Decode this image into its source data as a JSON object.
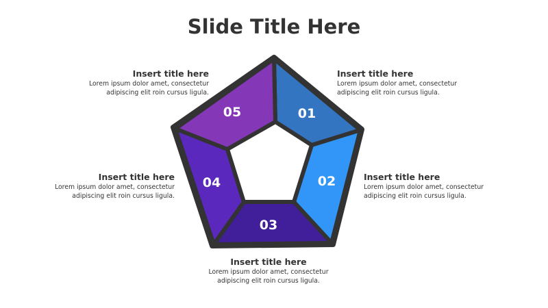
{
  "slide": {
    "title": "Slide Title Here"
  },
  "segments": [
    {
      "number": "01",
      "color": "#3375C0",
      "title": "Insert title here",
      "text_line1": "Lorem ipsum dolor amet, consectetur",
      "text_line2": "adipiscing elit roin cursus ligula."
    },
    {
      "number": "02",
      "color": "#3296F8",
      "title": "Insert title here",
      "text_line1": "Lorem ipsum dolor amet, consectetur",
      "text_line2": "adipiscing elit roin cursus ligula."
    },
    {
      "number": "03",
      "color": "#411E9A",
      "title": "Insert title here",
      "text_line1": "Lorem ipsum dolor amet, consectetur",
      "text_line2": "adipiscing elit roin cursus ligula."
    },
    {
      "number": "04",
      "color": "#5B28BE",
      "title": "Insert title here",
      "text_line1": "Lorem ipsum dolor amet, consectetur",
      "text_line2": "adipiscing elit roin cursus ligula."
    },
    {
      "number": "05",
      "color": "#8438B8",
      "title": "Insert title here",
      "text_line1": "Lorem ipsum dolor amet, consectetur",
      "text_line2": "adipiscing elit roin cursus ligula."
    }
  ],
  "outline_color": "#333333"
}
